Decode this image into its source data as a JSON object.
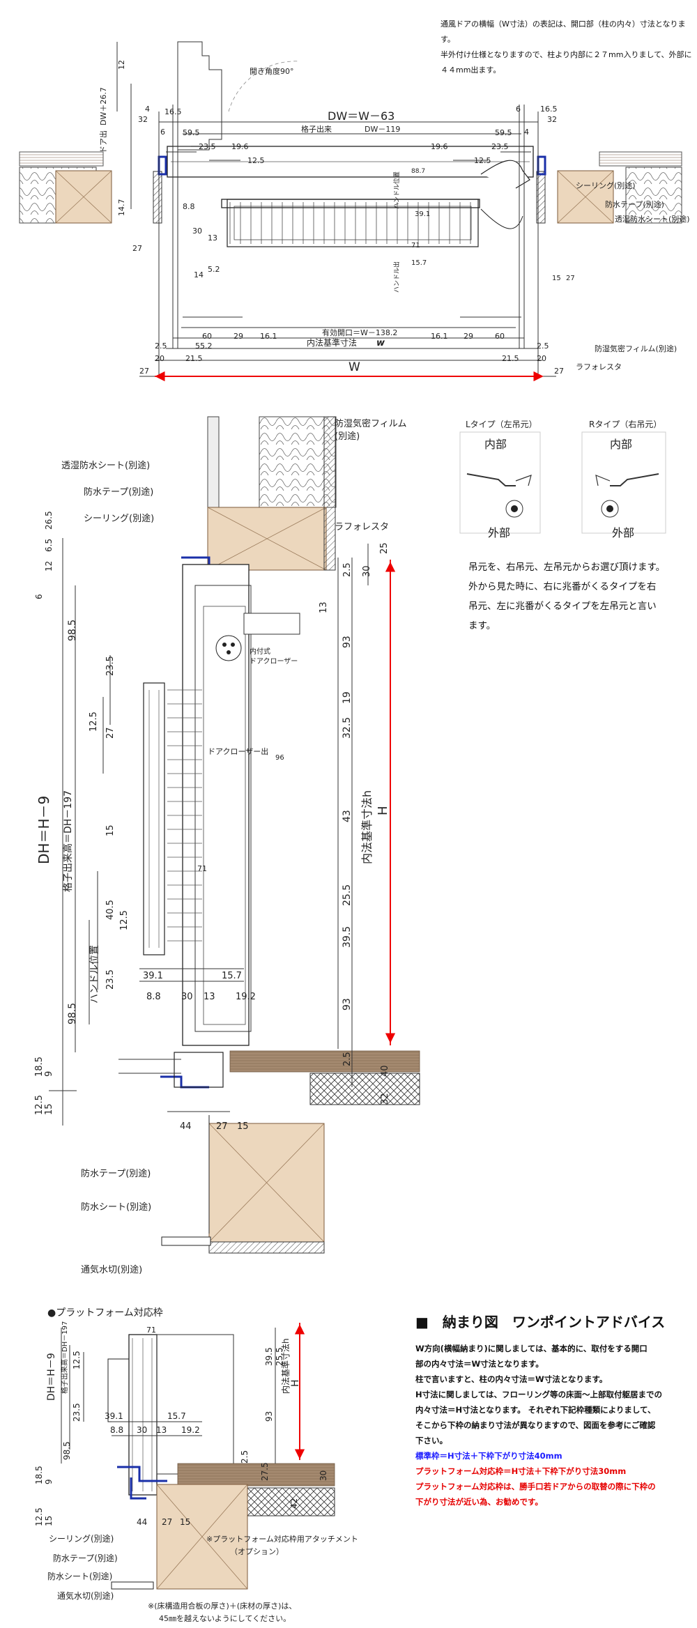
{
  "top_note": {
    "lines": [
      "通風ドアの横幅（W寸法）の表記は、開口部（柱の内々）寸法となります。",
      "半外付け仕様となりますので、柱より内部に２７mm入りまして、外部に",
      "４４mm出ます。"
    ]
  },
  "plan": {
    "open_angle": "開き角度90°",
    "dims": {
      "dw": "DW＝W－63",
      "koshi_deki": "格子出来",
      "dw119": "DW－119",
      "yuko": "有効開口＝W－138.2",
      "naiho": "内法基準寸法",
      "naiho_w": "w",
      "w": "W",
      "door_ht": "ドア出",
      "dw267": "DW＋26.7",
      "v12": "12",
      "v4": "4",
      "v32": "32",
      "v165": "16.5",
      "v6": "6",
      "v595": "59.5",
      "v235": "23.5",
      "v196": "19.6",
      "v125": "12.5",
      "v147": "14.7",
      "v88": "8.8",
      "v30": "30",
      "v13": "13",
      "v14": "14",
      "v52": "5.2",
      "v887": "88.7",
      "v391": "39.1",
      "v71": "71",
      "v157": "15.7",
      "v60": "60",
      "v29": "29",
      "v161": "16.1",
      "v552": "55.2",
      "v25": "2.5",
      "v20": "20",
      "v215": "21.5",
      "v27": "27",
      "v15": "15",
      "handle_pos": "ハンドル位置",
      "handle_out": "ハンドル出"
    },
    "labels": {
      "sealing": "シーリング(別途)",
      "bousui_tape": "防水テープ(別途)",
      "toushitsu_sheet": "透湿防水シート(別途)",
      "boushitsu_film": "防湿気密フィルム(別途)",
      "rafo": "ラフォレスタ"
    }
  },
  "section": {
    "labels": {
      "boushitsu_film": "防湿気密フィルム\n(別途)",
      "toushitsu_sheet": "透湿防水シート(別途)",
      "bousui_tape": "防水テープ(別途)",
      "sealing": "シーリング(別途)",
      "rafo": "ラフォレスタ",
      "closer": "内付式\nドアクローザー",
      "closer_out": "ドアクローザー出",
      "bousui_tape2": "防水テープ(別途)",
      "bousui_sheet": "防水シート(別途)",
      "tsuki_mizukiri": "通気水切(別途)"
    },
    "vertical_labels": {
      "dh": "DH＝H－9",
      "koshi": "格子出来高＝DH－197",
      "handle": "ハンドル位置",
      "naiho": "内法基準寸法h",
      "h": "H"
    },
    "dims_left": [
      "6.5",
      "26.5",
      "12",
      "6",
      "98.5",
      "23.5",
      "12.5",
      "27",
      "15",
      "40.5",
      "12.5",
      "23.5",
      "98.5",
      "18.5",
      "9",
      "12.5",
      "15"
    ],
    "dims_right": [
      "25",
      "30",
      "2.5",
      "13",
      "93",
      "19",
      "32.5",
      "43",
      "25.5",
      "39.5",
      "93",
      "2.5",
      "40",
      "32"
    ],
    "dims_bottom": [
      "39.1",
      "15.7",
      "8.8",
      "30",
      "13",
      "19.2",
      "44",
      "27",
      "15"
    ],
    "dims_misc": [
      "96",
      "71"
    ]
  },
  "swing": {
    "l_type": "Lタイプ（左吊元）",
    "r_type": "Rタイプ（右吊元）",
    "inside": "内部",
    "outside": "外部",
    "desc": [
      "吊元を、右吊元、左吊元からお選び頂けます。",
      "外から見た時に、右に兆番がくるタイプを右",
      "吊元、左に兆番がくるタイプを左吊元と言い",
      "ます。"
    ]
  },
  "platform": {
    "title": "●プラットフォーム対応枠",
    "vertical": {
      "dh": "DH＝H－9",
      "koshi": "格子出来高＝DH－197",
      "naiho": "内法基準寸法h",
      "h": "H"
    },
    "dims": [
      "12.5",
      "23.5",
      "98.5",
      "18.5",
      "9",
      "12.5",
      "15",
      "39.1",
      "15.7",
      "8.8",
      "30",
      "13",
      "19.2",
      "71",
      "39.5",
      "25.5",
      "93",
      "2.5",
      "27.5",
      "30",
      "42",
      "44",
      "27",
      "15"
    ],
    "labels": {
      "sealing": "シーリング(別途)",
      "bousui_tape": "防水テープ(別途)",
      "bousui_sheet": "防水シート(別途)",
      "tsuki": "通気水切(別途)",
      "attachment": "※プラットフォーム対応枠用アタッチメント",
      "attachment2": "（オプション）",
      "footnote1": "※(床構造用合板の厚さ)＋(床材の厚さ)は、",
      "footnote2": "45㎜を越えないようにしてください。"
    }
  },
  "advice": {
    "title": "■　納まり図　ワンポイントアドバイス",
    "lines": [
      "W方向(横幅納まり)に関しましては、基本的に、取付をする開口",
      "部の内々寸法＝W寸法となります。",
      "柱で言いますと、柱の内々寸法＝W寸法となります。",
      "H寸法に関しましては、フローリング等の床面～上部取付躯居までの",
      "内々寸法＝H寸法となります。 それぞれ下記枠種類によりまして、",
      "そこから下枠の納まり寸法が異なりますので、図面を参考にご確認",
      "下さい。"
    ],
    "blue_line": "標準枠＝H寸法＋下枠下がり寸法40mm",
    "red_lines": [
      "プラットフォーム対応枠＝H寸法＋下枠下がり寸法30mm",
      "プラットフォーム対応枠は、勝手口若ドアからの取替の際に下枠の",
      "下がり寸法が近い為、お勧めです。"
    ],
    "colors": {
      "blue": "#1a1aff",
      "red": "#e60000"
    }
  }
}
